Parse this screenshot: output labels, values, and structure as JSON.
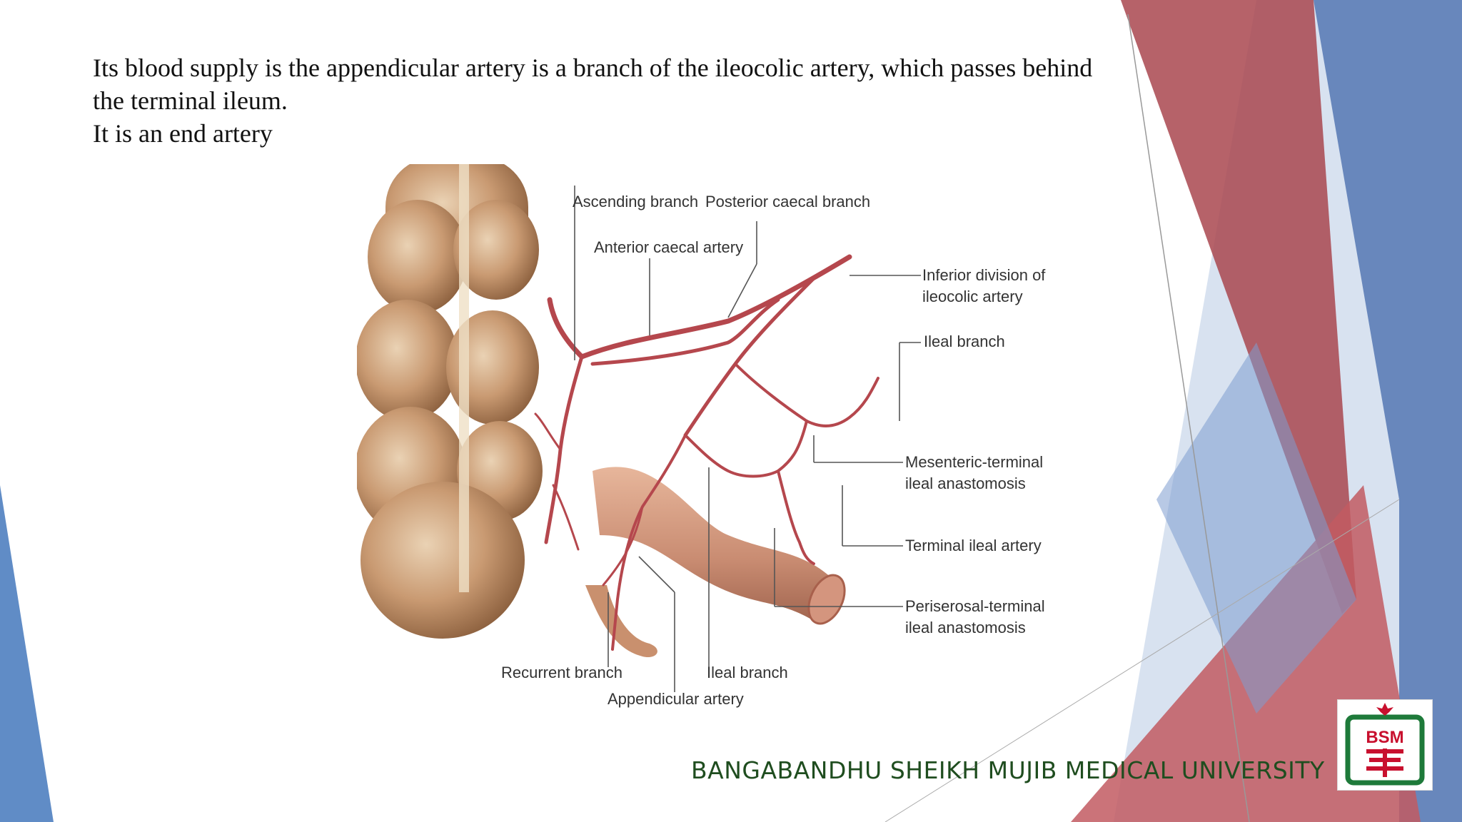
{
  "slide": {
    "lines": [
      "Its blood supply is the appendicular artery is a  branch of the ileocolic artery, which passes behind the terminal ileum.",
      "It is an end artery"
    ]
  },
  "figure": {
    "labels": {
      "ascending_branch": "Ascending branch",
      "posterior_caecal_branch": "Posterior caecal branch",
      "anterior_caecal_artery": "Anterior caecal artery",
      "inferior_division_line1": "Inferior division of",
      "inferior_division_line2": "ileocolic artery",
      "ileal_branch_upper": "Ileal branch",
      "mesenteric_line1": "Mesenteric-terminal",
      "mesenteric_line2": "ileal anastomosis",
      "terminal_ileal_artery": "Terminal ileal artery",
      "periserosal_line1": "Periserosal-terminal",
      "periserosal_line2": "ileal anastomosis",
      "recurrent_branch": "Recurrent branch",
      "ileal_branch_lower": "Ileal branch",
      "appendicular_artery": "Appendicular artery"
    }
  },
  "footer": {
    "university": "BANGABANDHU SHEIKH MUJIB MEDICAL UNIVERSITY",
    "logo_text": "BSM"
  },
  "colors": {
    "red_accent": "#b5474d",
    "blue_accent": "#4f7fc0",
    "footer_text": "#1f4d1f",
    "logo_green": "#1e7a3a"
  }
}
